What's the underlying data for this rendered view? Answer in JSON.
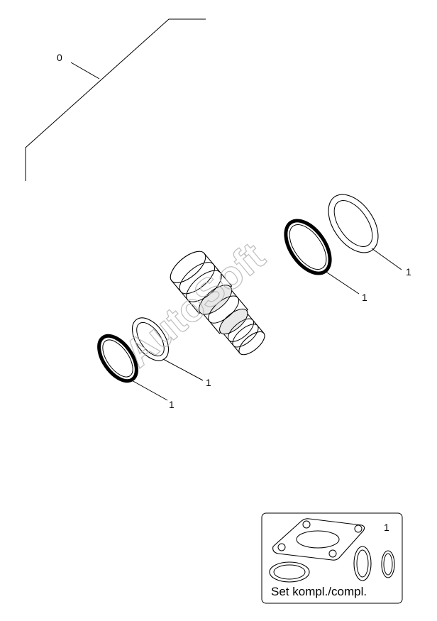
{
  "callouts": {
    "assembly": "0",
    "ring_right": "1",
    "ring_mid_right": "1",
    "ring_mid_left": "1",
    "ring_left": "1",
    "set": "1"
  },
  "watermark": "AutoSoft",
  "set_box": {
    "caption": "Set kompl./compl."
  }
}
